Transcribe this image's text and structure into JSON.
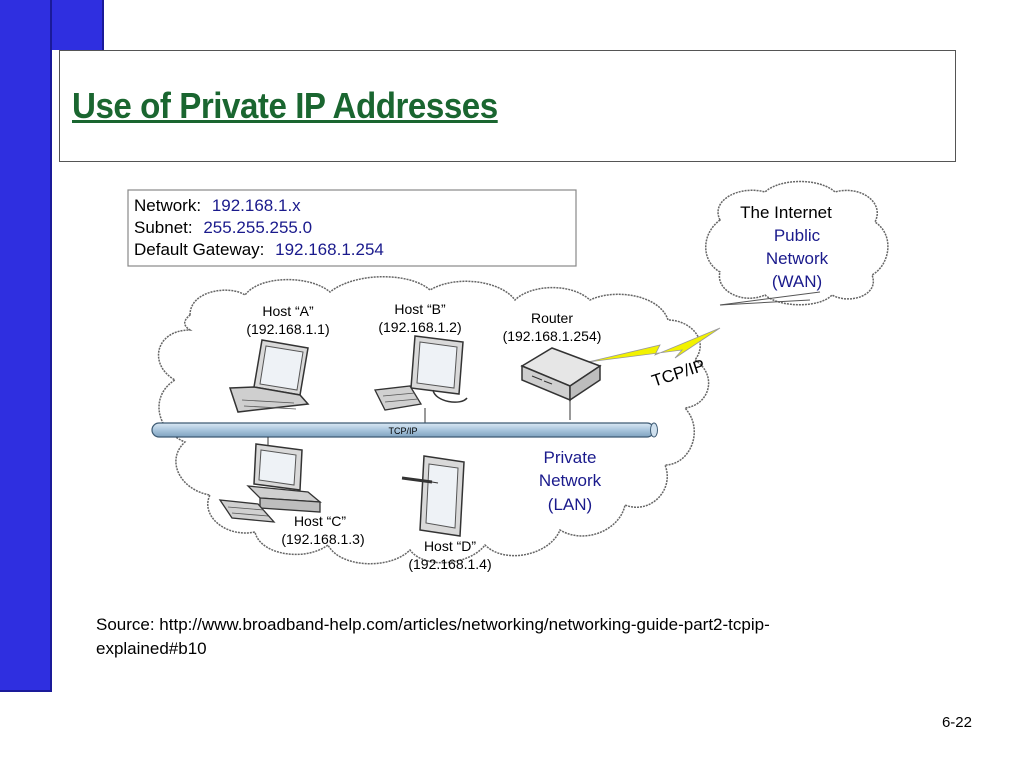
{
  "slide": {
    "title": "Use of Private IP Addresses",
    "page_number": "6-22",
    "source_line1": "Source: http://www.broadband-help.com/articles/networking/networking-guide-part2-tcpip-",
    "source_line2": "explained#b10"
  },
  "info_box": {
    "network_label": "Network:",
    "network_value": "192.168.1.x",
    "subnet_label": "Subnet:",
    "subnet_value": "255.255.255.0",
    "gateway_label": "Default Gateway:",
    "gateway_value": "192.168.1.254"
  },
  "internet_cloud": {
    "line1": "The Internet",
    "line2": "Public",
    "line3": "Network",
    "line4": "(WAN)"
  },
  "lan_cloud": {
    "line1": "Private",
    "line2": "Network",
    "line3": "(LAN)"
  },
  "link_label": "TCP/IP",
  "bus_label": "TCP/IP",
  "hosts": {
    "a": {
      "name": "Host “A”",
      "ip": "(192.168.1.1)"
    },
    "b": {
      "name": "Host “B”",
      "ip": "(192.168.1.2)"
    },
    "router": {
      "name": "Router",
      "ip": "(192.168.1.254)"
    },
    "c": {
      "name": "Host “C”",
      "ip": "(192.168.1.3)"
    },
    "d": {
      "name": "Host “D”",
      "ip": "(192.168.1.4)"
    }
  },
  "colors": {
    "title": "#1a6630",
    "sidebar": "#2f2fe0",
    "info_value": "#1a1a8c",
    "internet_text": "#1a1a8c",
    "bus": "#a9c6dd",
    "lightning": "#f2f200"
  }
}
